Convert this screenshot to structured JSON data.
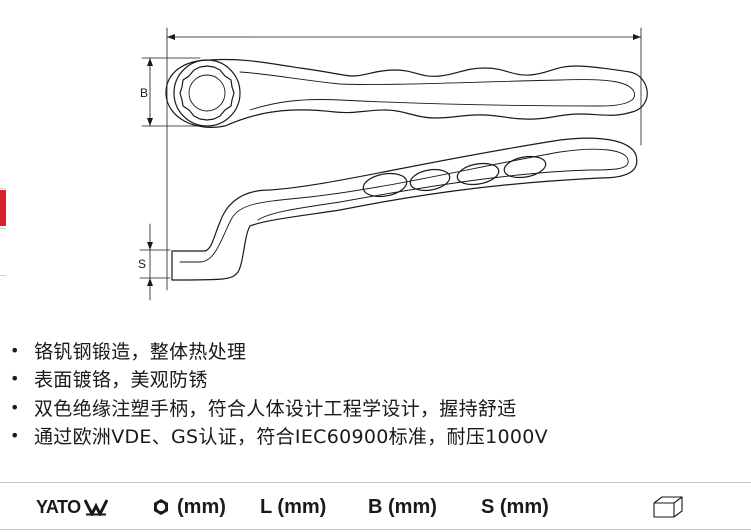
{
  "diagram": {
    "labels": {
      "b": "B",
      "s": "S"
    }
  },
  "features": [
    "铬钒钢锻造，整体热处理",
    "表面镀铬，美观防锈",
    "双色绝缘注塑手柄，符合人体设计工程学设计，握持舒适",
    "通过欧洲VDE、GS认证，符合IEC60900标准，耐压1000V"
  ],
  "bullet": "•",
  "table_header": {
    "brand": "YATO",
    "brand_icon": "yato-logo-icon",
    "col_size_icon": "hexagon-ring-icon",
    "col_size_unit": "(mm)",
    "col_l": "L (mm)",
    "col_b": "B (mm)",
    "col_s": "S (mm)",
    "package_icon": "box-icon"
  },
  "colors": {
    "accent": "#d6212b",
    "line": "#1a1a1a"
  }
}
